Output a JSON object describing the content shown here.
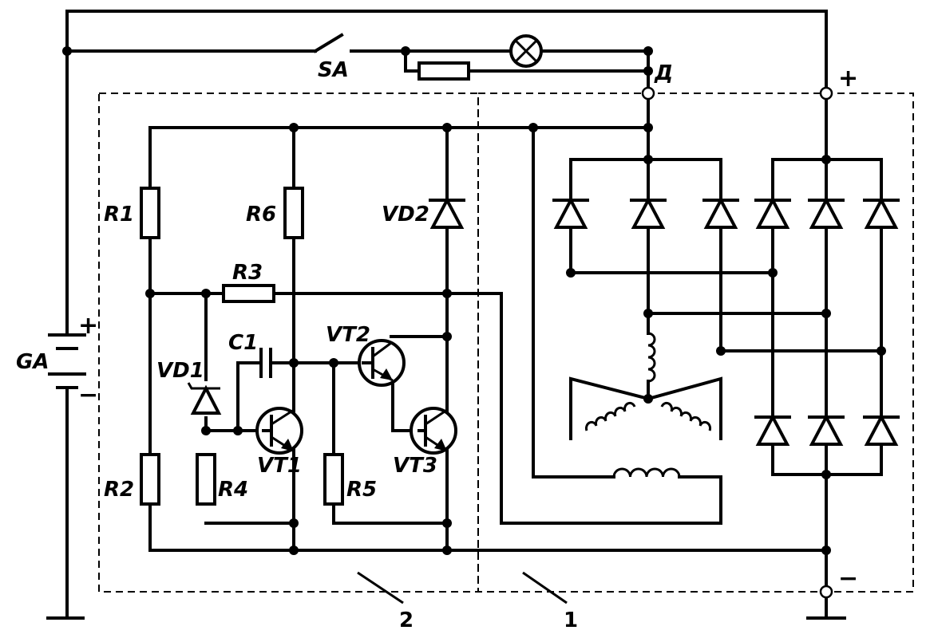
{
  "labels": {
    "sa": "SA",
    "d": "Д",
    "ga": "GA",
    "r1": "R1",
    "r2": "R2",
    "r3": "R3",
    "r4": "R4",
    "r5": "R5",
    "r6": "R6",
    "c1": "C1",
    "vd1": "VD1",
    "vd2": "VD2",
    "vt1": "VT1",
    "vt2": "VT2",
    "vt3": "VT3",
    "plus_top": "+",
    "minus_bottom": "−",
    "batt_plus": "+",
    "batt_minus": "−",
    "block_1": "1",
    "block_2": "2"
  }
}
